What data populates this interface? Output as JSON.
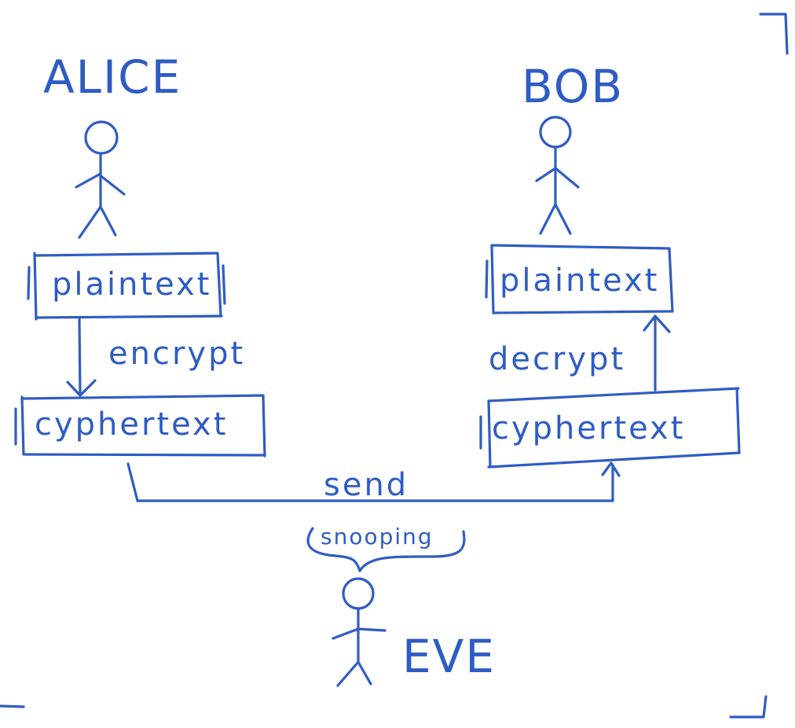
{
  "labels": {
    "alice": "ALICE",
    "bob": "BOB",
    "eve": "EVE"
  },
  "boxes": {
    "alice_plain": "plaintext",
    "alice_cipher": "cyphertext",
    "bob_plain": "plaintext",
    "bob_cipher": "cyphertext"
  },
  "edges": {
    "encrypt": "encrypt",
    "decrypt": "decrypt",
    "send": "send",
    "snooping": "snooping"
  },
  "colors": {
    "ink": "#2f5cc4",
    "background": "#ffffff"
  }
}
